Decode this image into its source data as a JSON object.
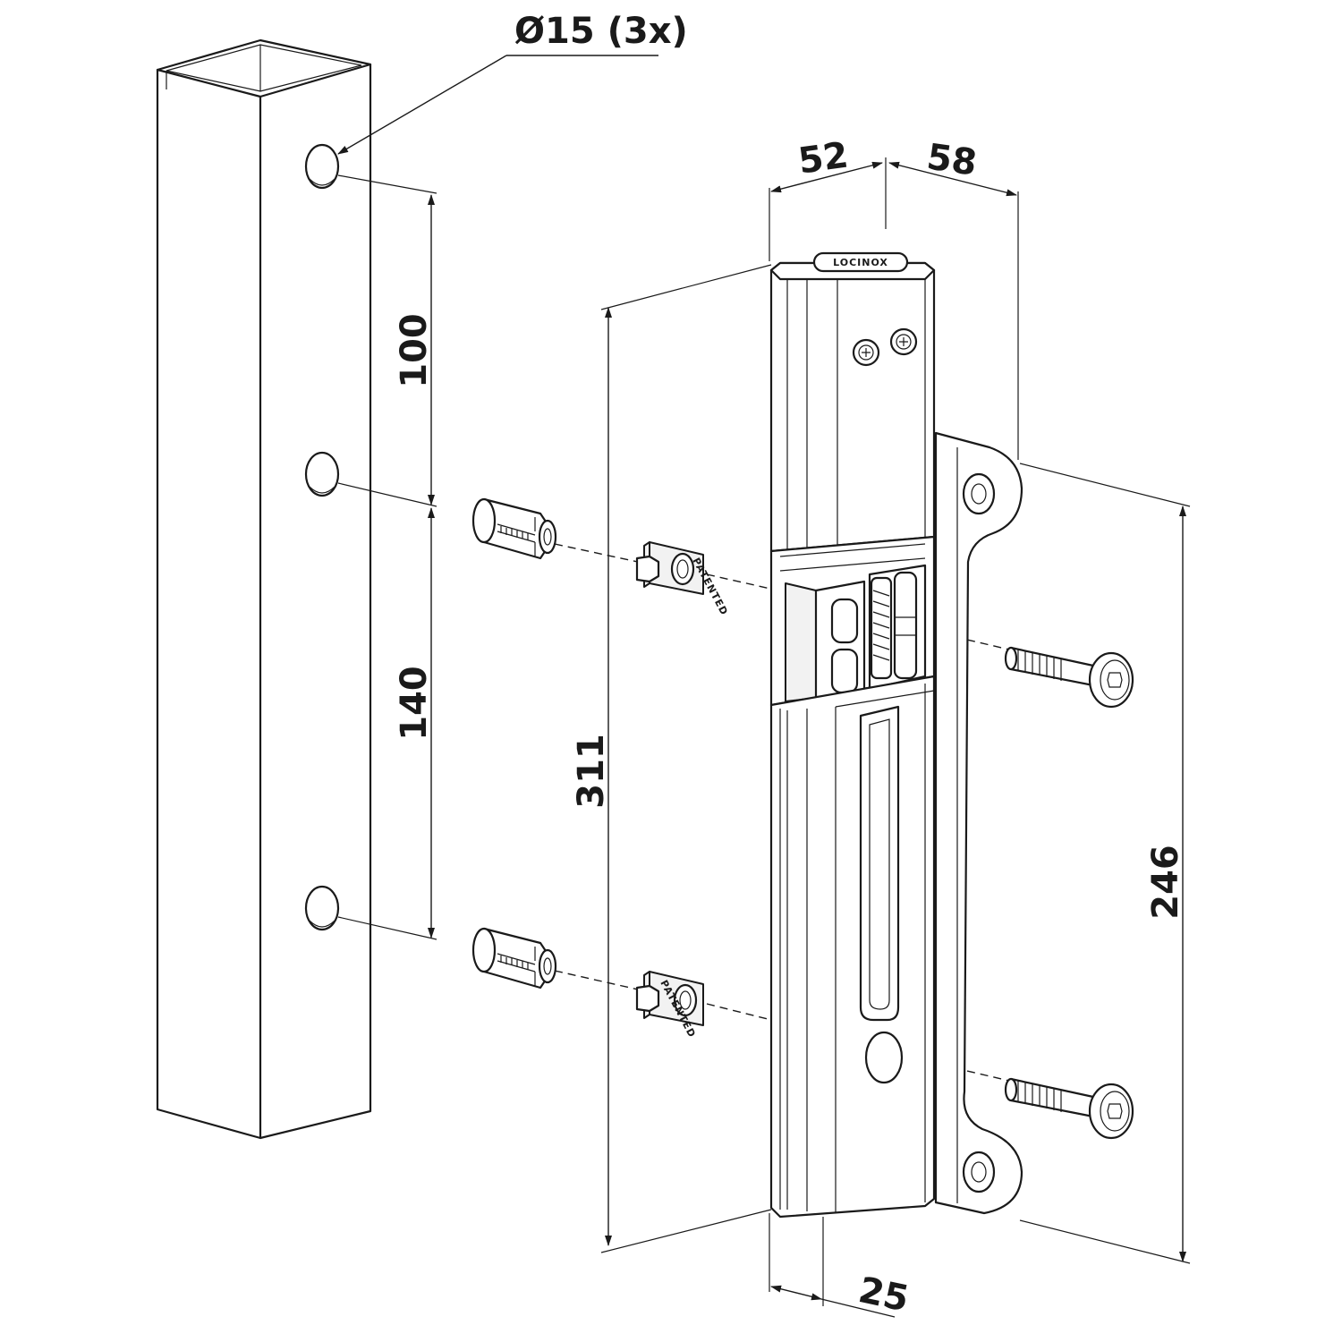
{
  "dimensions": {
    "hole_diameter": "Ø15 (3x)",
    "spacing_upper": "100",
    "spacing_lower": "140",
    "total_height": "311",
    "depth_front": "52",
    "depth_side": "58",
    "plate_height": "246",
    "width_bottom": "25"
  },
  "brand_logo_text": "LOCINOX",
  "insert_marking": "PATENTED",
  "line_color": "#1a1a1a",
  "background_color": "#ffffff"
}
